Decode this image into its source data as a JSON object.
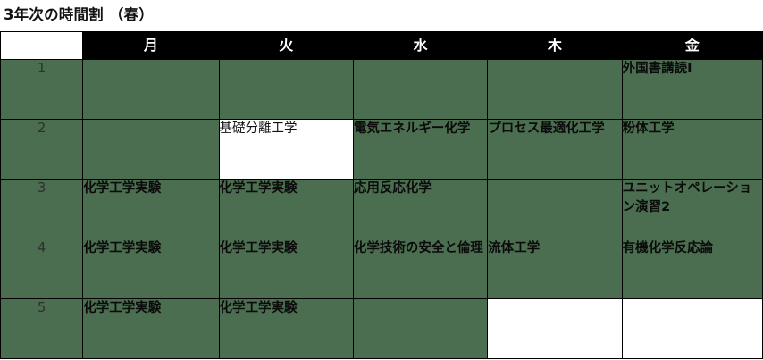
{
  "page": {
    "title": "3年次の時間割 （春）"
  },
  "table": {
    "corner_label": "",
    "day_headers": [
      "月",
      "火",
      "水",
      "木",
      "金"
    ],
    "rows": [
      {
        "period": "1",
        "cells": [
          {
            "text": "",
            "bg": "green"
          },
          {
            "text": "",
            "bg": "green"
          },
          {
            "text": "",
            "bg": "green"
          },
          {
            "text": "",
            "bg": "green"
          },
          {
            "text": "外国書講読Ⅰ",
            "bg": "green"
          }
        ]
      },
      {
        "period": "2",
        "cells": [
          {
            "text": "",
            "bg": "green"
          },
          {
            "text": "基礎分離工学",
            "bg": "white"
          },
          {
            "text": "電気エネルギー化学",
            "bg": "green"
          },
          {
            "text": "プロセス最適化工学",
            "bg": "green"
          },
          {
            "text": "粉体工学",
            "bg": "green"
          }
        ]
      },
      {
        "period": "3",
        "cells": [
          {
            "text": "化学工学実験",
            "bg": "green"
          },
          {
            "text": "化学工学実験",
            "bg": "green"
          },
          {
            "text": "応用反応化学",
            "bg": "green"
          },
          {
            "text": "",
            "bg": "green"
          },
          {
            "text": "ユニットオペレーション演習2",
            "bg": "green"
          }
        ]
      },
      {
        "period": "4",
        "cells": [
          {
            "text": "化学工学実験",
            "bg": "green"
          },
          {
            "text": "化学工学実験",
            "bg": "green"
          },
          {
            "text": "化学技術の安全と倫理",
            "bg": "green"
          },
          {
            "text": "流体工学",
            "bg": "green"
          },
          {
            "text": "有機化学反応論",
            "bg": "green"
          }
        ]
      },
      {
        "period": "5",
        "cells": [
          {
            "text": "化学工学実験",
            "bg": "green"
          },
          {
            "text": "化学工学実験",
            "bg": "green"
          },
          {
            "text": "",
            "bg": "green"
          },
          {
            "text": "",
            "bg": "white"
          },
          {
            "text": "",
            "bg": "white"
          }
        ]
      }
    ]
  },
  "colors": {
    "cell_green": "#4a6e4f",
    "header_black": "#000000",
    "header_text": "#ffffff",
    "body_text": "#0b0b0b",
    "period_text": "#2f2f2f"
  }
}
